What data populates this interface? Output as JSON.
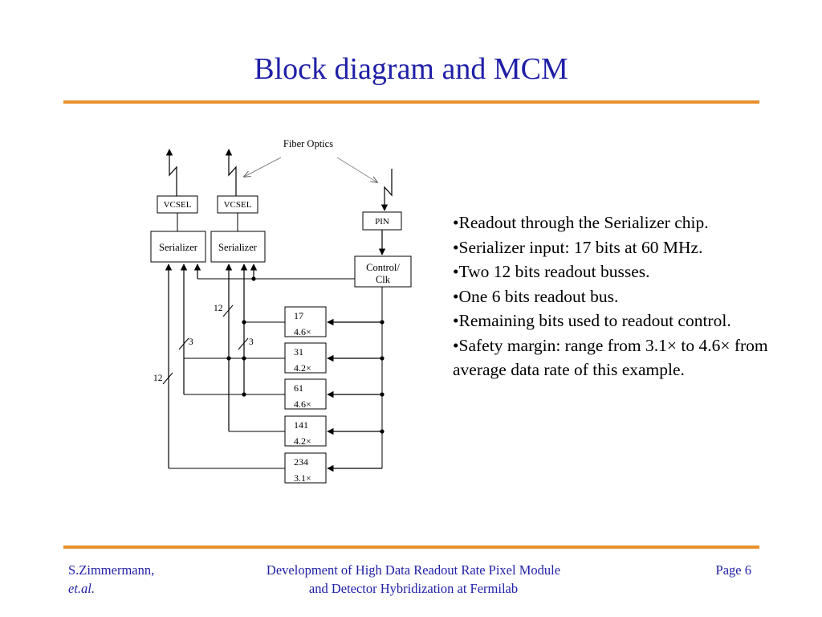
{
  "slide": {
    "title": "Block diagram and MCM"
  },
  "diagram": {
    "fiber_optics_label": "Fiber Optics",
    "vcsel_labels": [
      "VCSEL",
      "VCSEL"
    ],
    "serializer_labels": [
      "Serializer",
      "Serializer"
    ],
    "pin_label": "PIN",
    "control_label_line1": "Control/",
    "control_label_line2": "Clk",
    "bus_labels": [
      "12",
      "3",
      "3",
      "12"
    ],
    "chips": [
      {
        "line1": "17",
        "line2": "4.6×"
      },
      {
        "line1": "31",
        "line2": "4.2×"
      },
      {
        "line1": "61",
        "line2": "4.6×"
      },
      {
        "line1": "141",
        "line2": "4.2×"
      },
      {
        "line1": "234",
        "line2": "3.1×"
      }
    ]
  },
  "bullets": [
    "•Readout through the Serializer chip.",
    "•Serializer input: 17 bits at 60 MHz.",
    "•Two 12 bits readout busses.",
    "•One 6 bits readout bus.",
    "•Remaining bits used to readout control.",
    "•Safety margin: range from 3.1× to 4.6× from average data rate of this example."
  ],
  "footer": {
    "author": "S.Zimmermann,",
    "author_cont": "et.al.",
    "center_line1": "Development of High Data Readout Rate Pixel Module",
    "center_line2": "and Detector Hybridization at Fermilab",
    "page": "Page 6"
  },
  "colors": {
    "title": "#1f1fa8",
    "rule": "#e8912e",
    "footer": "#1f1fa8"
  }
}
